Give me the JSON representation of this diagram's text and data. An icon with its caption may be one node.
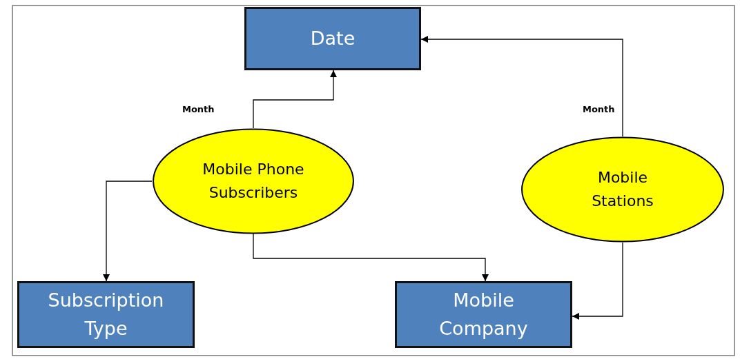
{
  "diagram": {
    "nodes": [
      {
        "text": [
          "Date"
        ]
      },
      {
        "text": [
          "Mobile Phone Subscribers"
        ]
      },
      {
        "text": [
          "Mobile Stations"
        ]
      },
      {
        "text": [
          "Subscription Type"
        ]
      },
      {
        "text": [
          "Mobile Company"
        ]
      }
    ],
    "edges": [
      {
        "from": 1,
        "to": 0,
        "arrow": "to",
        "label": "Month"
      },
      {
        "from": 2,
        "to": 0,
        "arrow": "to",
        "label": "Month"
      },
      {
        "from": 1,
        "to": 3,
        "arrow": "to"
      },
      {
        "from": 1,
        "to": 4,
        "arrow": "to"
      },
      {
        "from": 2,
        "to": 4,
        "arrow": "to"
      }
    ]
  }
}
